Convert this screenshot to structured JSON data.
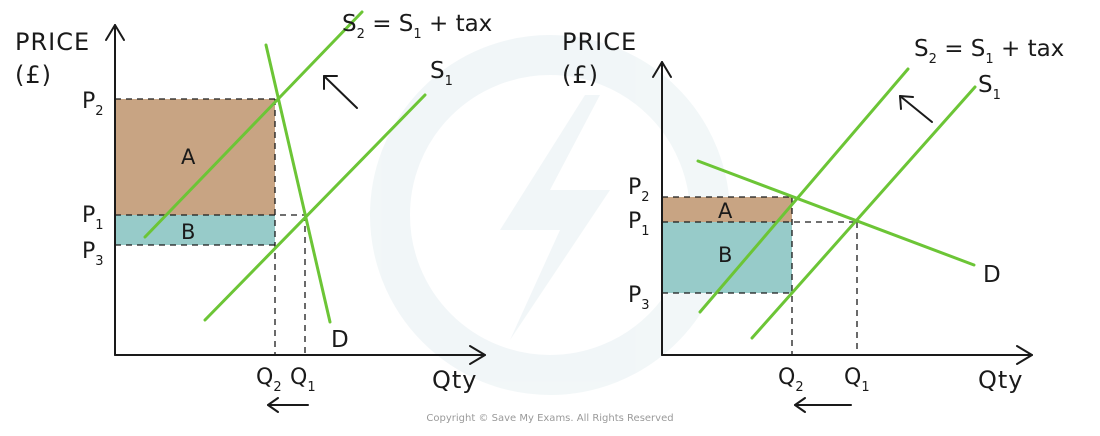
{
  "watermark": "Copyright © Save My Exams. All Rights Reserved",
  "colors": {
    "supply_demand": "#6cc536",
    "area_a": "#c8a483",
    "area_b": "#97cbc9",
    "axis": "#1a1a1a"
  },
  "diagrams": [
    {
      "id": "inelastic-demand",
      "y_axis": {
        "line1": "PRICE",
        "line2": "(£)"
      },
      "x_axis": "Qty",
      "prices": {
        "p2": "P",
        "p2_sub": "2",
        "p1": "P",
        "p1_sub": "1",
        "p3": "P",
        "p3_sub": "3"
      },
      "quantities": {
        "q2": "Q",
        "q2_sub": "2",
        "q1": "Q",
        "q1_sub": "1"
      },
      "curves": {
        "s2": {
          "a": "S",
          "a_sub": "2",
          "b": " = S",
          "b_sub": "1",
          "c": " + tax"
        },
        "s1": {
          "a": "S",
          "a_sub": "1"
        },
        "d": "D"
      },
      "areas": {
        "a": "A",
        "b": "B"
      }
    },
    {
      "id": "elastic-demand",
      "y_axis": {
        "line1": "PRICE",
        "line2": "(£)"
      },
      "x_axis": "Qty",
      "prices": {
        "p2": "P",
        "p2_sub": "2",
        "p1": "P",
        "p1_sub": "1",
        "p3": "P",
        "p3_sub": "3"
      },
      "quantities": {
        "q2": "Q",
        "q2_sub": "2",
        "q1": "Q",
        "q1_sub": "1"
      },
      "curves": {
        "s2": {
          "a": "S",
          "a_sub": "2",
          "b": " = S",
          "b_sub": "1",
          "c": " + tax"
        },
        "s1": {
          "a": "S",
          "a_sub": "1"
        },
        "d": "D"
      },
      "areas": {
        "a": "A",
        "b": "B"
      }
    }
  ]
}
